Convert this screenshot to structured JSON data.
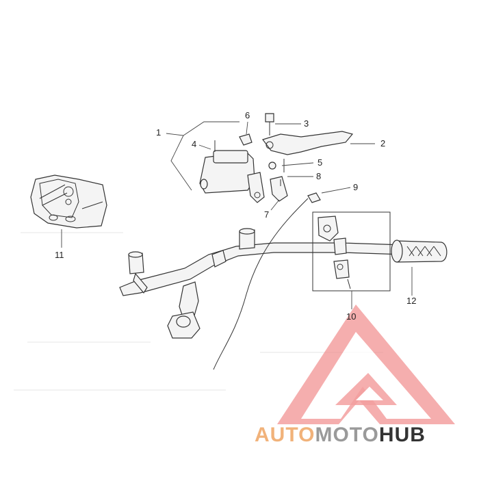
{
  "callouts": [
    {
      "id": "1",
      "label": "1"
    },
    {
      "id": "2",
      "label": "2"
    },
    {
      "id": "3",
      "label": "3"
    },
    {
      "id": "4",
      "label": "4"
    },
    {
      "id": "5",
      "label": "5"
    },
    {
      "id": "6",
      "label": "6"
    },
    {
      "id": "7",
      "label": "7"
    },
    {
      "id": "8",
      "label": "8"
    },
    {
      "id": "9",
      "label": "9"
    },
    {
      "id": "10",
      "label": "10"
    },
    {
      "id": "11",
      "label": "11"
    },
    {
      "id": "12",
      "label": "12"
    }
  ],
  "watermark": {
    "part1": "AUTO",
    "part2": "MOTO",
    "part3": "HUB",
    "colors": {
      "triangle": "#f08080",
      "auto": "#f1b27a",
      "moto": "#9a9a9a",
      "hub": "#333333"
    }
  }
}
